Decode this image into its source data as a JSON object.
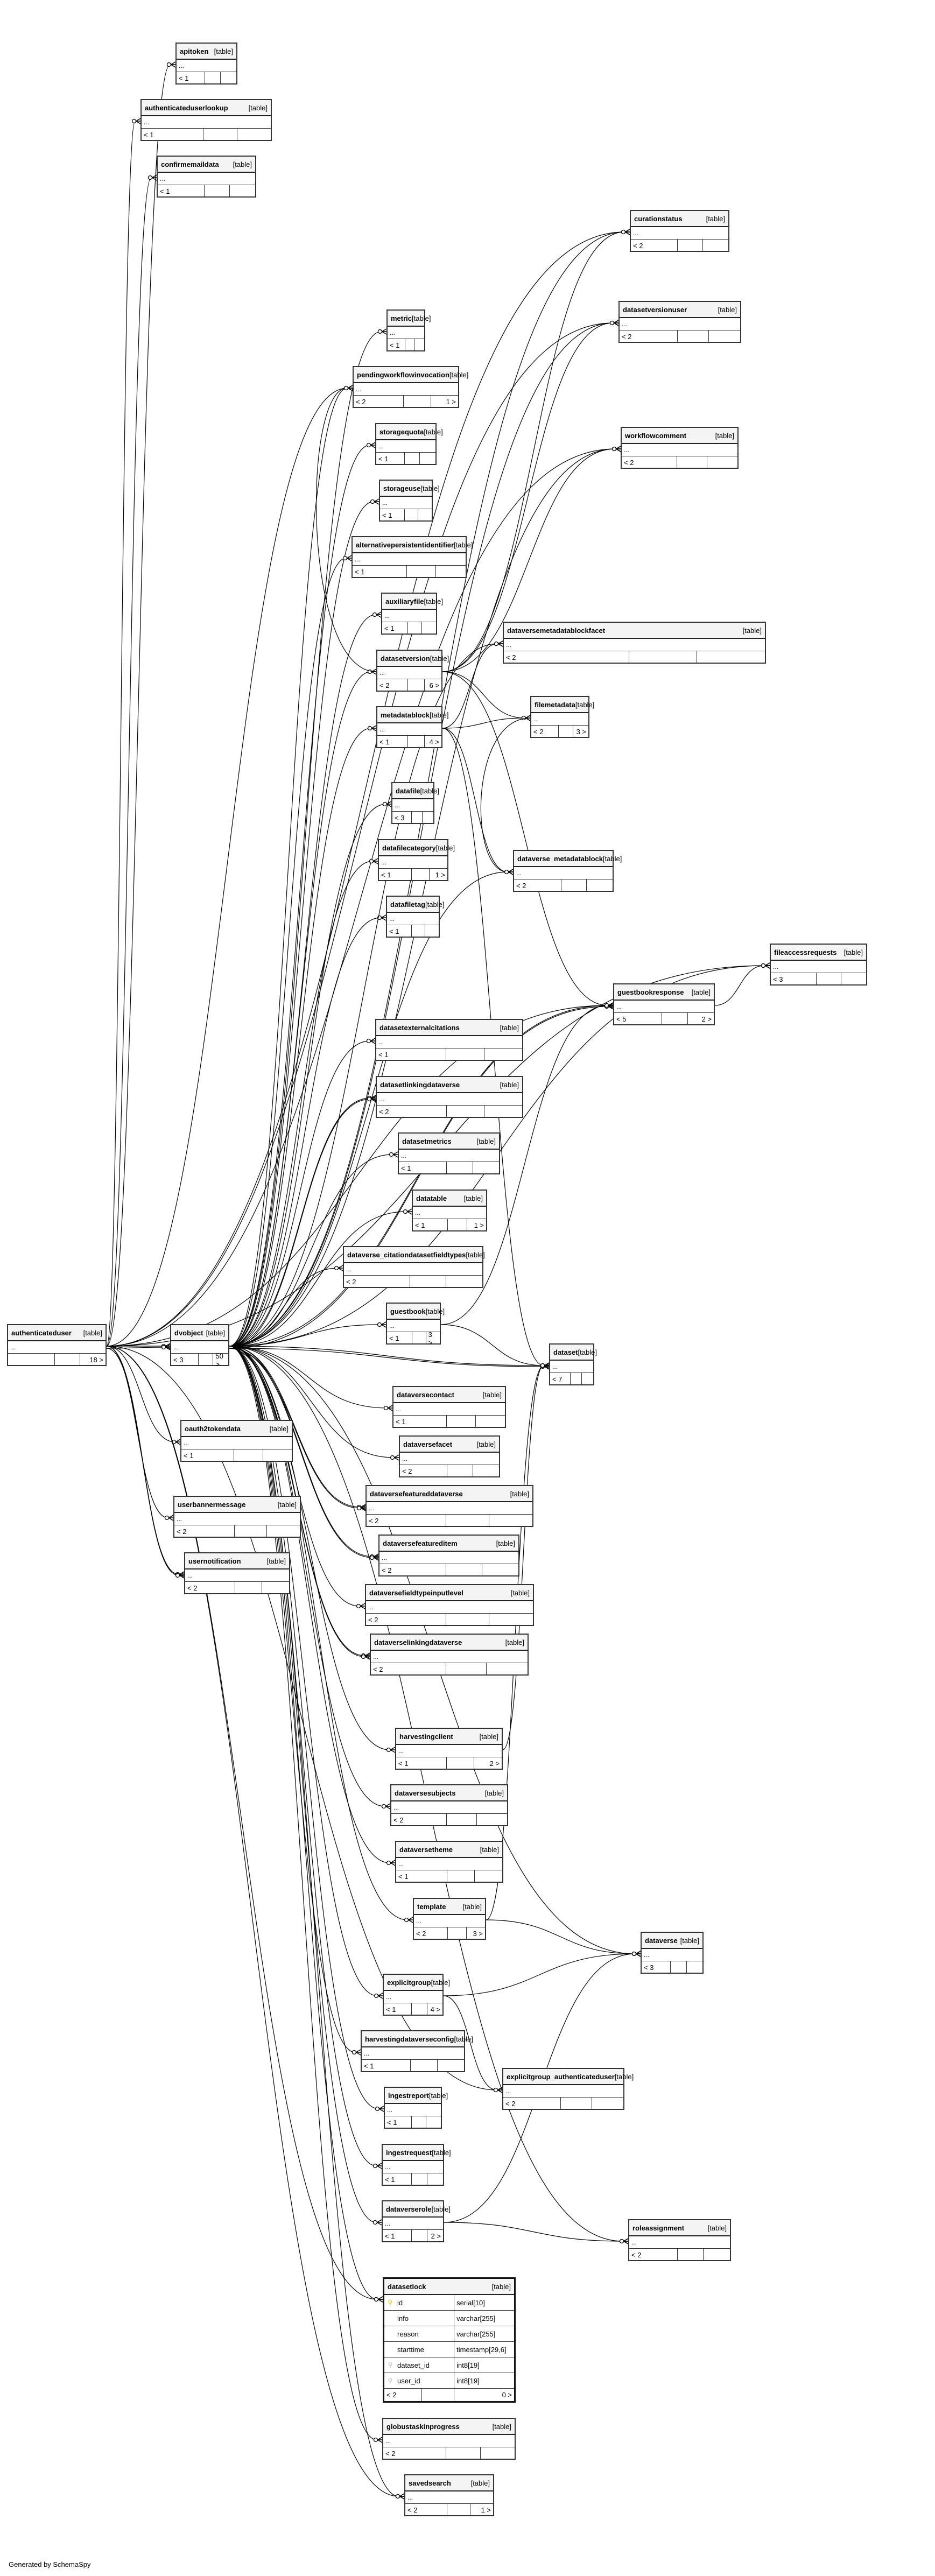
{
  "diagram": {
    "title": "SchemaSpy relationships diagram",
    "footer": "Generated by SchemaSpy",
    "focus_table": "datasetlock",
    "kind_label": "[table]",
    "ellipsis": "..."
  },
  "tables": [
    {
      "name": "apitoken",
      "parents": "< 1",
      "children": ""
    },
    {
      "name": "authenticateduserlookup",
      "parents": "< 1",
      "children": ""
    },
    {
      "name": "confirmemaildata",
      "parents": "< 1",
      "children": ""
    },
    {
      "name": "curationstatus",
      "parents": "< 2",
      "children": ""
    },
    {
      "name": "metric",
      "parents": "< 1",
      "children": ""
    },
    {
      "name": "pendingworkflowinvocation",
      "parents": "< 2",
      "children": "1 >"
    },
    {
      "name": "storagequota",
      "parents": "< 1",
      "children": ""
    },
    {
      "name": "storageuse",
      "parents": "< 1",
      "children": ""
    },
    {
      "name": "datasetversionuser",
      "parents": "< 2",
      "children": ""
    },
    {
      "name": "workflowcomment",
      "parents": "< 2",
      "children": ""
    },
    {
      "name": "alternativepersistentidentifier",
      "parents": "< 1",
      "children": ""
    },
    {
      "name": "auxiliaryfile",
      "parents": "< 1",
      "children": ""
    },
    {
      "name": "datasetversion",
      "parents": "< 2",
      "children": "6 >"
    },
    {
      "name": "metadatablock",
      "parents": "< 1",
      "children": "4 >"
    },
    {
      "name": "dataversemetadatablockfacet",
      "parents": "< 2",
      "children": ""
    },
    {
      "name": "filemetadata",
      "parents": "< 2",
      "children": "3 >"
    },
    {
      "name": "datafile",
      "parents": "< 3",
      "children": ""
    },
    {
      "name": "datafilecategory",
      "parents": "< 1",
      "children": "1 >"
    },
    {
      "name": "datafiletag",
      "parents": "< 1",
      "children": ""
    },
    {
      "name": "dataverse_metadatablock",
      "parents": "< 2",
      "children": ""
    },
    {
      "name": "fileaccessrequests",
      "parents": "< 3",
      "children": ""
    },
    {
      "name": "guestbookresponse",
      "parents": "< 5",
      "children": "2 >"
    },
    {
      "name": "datasetexternalcitations",
      "parents": "< 1",
      "children": ""
    },
    {
      "name": "datasetlinkingdataverse",
      "parents": "< 2",
      "children": ""
    },
    {
      "name": "datasetmetrics",
      "parents": "< 1",
      "children": ""
    },
    {
      "name": "datatable",
      "parents": "< 1",
      "children": "1 >"
    },
    {
      "name": "dataverse_citationdatasetfieldtypes",
      "parents": "< 2",
      "children": ""
    },
    {
      "name": "authenticateduser",
      "parents": "",
      "children": "18 >"
    },
    {
      "name": "dvobject",
      "parents": "< 3",
      "children": "50 >"
    },
    {
      "name": "guestbook",
      "parents": "< 1",
      "children": "3 >"
    },
    {
      "name": "dataset",
      "parents": "< 7",
      "children": ""
    },
    {
      "name": "oauth2tokendata",
      "parents": "< 1",
      "children": ""
    },
    {
      "name": "userbannermessage",
      "parents": "< 2",
      "children": ""
    },
    {
      "name": "usernotification",
      "parents": "< 2",
      "children": ""
    },
    {
      "name": "dataversecontact",
      "parents": "< 1",
      "children": ""
    },
    {
      "name": "dataversefacet",
      "parents": "< 2",
      "children": ""
    },
    {
      "name": "dataversefeatureddataverse",
      "parents": "< 2",
      "children": ""
    },
    {
      "name": "dataversefeatureditem",
      "parents": "< 2",
      "children": ""
    },
    {
      "name": "dataversefieldtypeinputlevel",
      "parents": "< 2",
      "children": ""
    },
    {
      "name": "dataverselinkingdataverse",
      "parents": "< 2",
      "children": ""
    },
    {
      "name": "harvestingclient",
      "parents": "< 1",
      "children": "2 >"
    },
    {
      "name": "dataversesubjects",
      "parents": "< 2",
      "children": ""
    },
    {
      "name": "dataversetheme",
      "parents": "< 1",
      "children": ""
    },
    {
      "name": "template",
      "parents": "< 2",
      "children": "3 >"
    },
    {
      "name": "dataverse",
      "parents": "< 3",
      "children": ""
    },
    {
      "name": "explicitgroup",
      "parents": "< 1",
      "children": "4 >"
    },
    {
      "name": "harvestingdataverseconfig",
      "parents": "< 1",
      "children": ""
    },
    {
      "name": "ingestreport",
      "parents": "< 1",
      "children": ""
    },
    {
      "name": "ingestrequest",
      "parents": "< 1",
      "children": ""
    },
    {
      "name": "explicitgroup_authenticateduser",
      "parents": "< 2",
      "children": ""
    },
    {
      "name": "dataverserole",
      "parents": "< 1",
      "children": "2 >"
    },
    {
      "name": "roleassignment",
      "parents": "< 2",
      "children": ""
    },
    {
      "name": "globustaskinprogress",
      "parents": "< 2",
      "children": ""
    },
    {
      "name": "savedsearch",
      "parents": "< 2",
      "children": "1 >"
    }
  ],
  "datasetlock": {
    "name": "datasetlock",
    "kind": "[table]",
    "columns": [
      {
        "name": "id",
        "type": "serial[10]",
        "key": "pk"
      },
      {
        "name": "info",
        "type": "varchar[255]",
        "key": "none"
      },
      {
        "name": "reason",
        "type": "varchar[255]",
        "key": "none"
      },
      {
        "name": "starttime",
        "type": "timestamp[29,6]",
        "key": "none"
      },
      {
        "name": "dataset_id",
        "type": "int8[19]",
        "key": "fk"
      },
      {
        "name": "user_id",
        "type": "int8[19]",
        "key": "fk"
      }
    ],
    "parents": "< 2",
    "children": "0 >"
  },
  "relationships": [
    [
      "authenticateduser",
      "apitoken"
    ],
    [
      "authenticateduser",
      "authenticateduserlookup"
    ],
    [
      "authenticateduser",
      "confirmemaildata"
    ],
    [
      "authenticateduser",
      "curationstatus"
    ],
    [
      "authenticateduser",
      "datasetversionuser"
    ],
    [
      "authenticateduser",
      "workflowcomment"
    ],
    [
      "authenticateduser",
      "fileaccessrequests"
    ],
    [
      "authenticateduser",
      "guestbookresponse"
    ],
    [
      "authenticateduser",
      "dvobject"
    ],
    [
      "authenticateduser",
      "dvobject"
    ],
    [
      "authenticateduser",
      "oauth2tokendata"
    ],
    [
      "authenticateduser",
      "userbannermessage"
    ],
    [
      "authenticateduser",
      "usernotification"
    ],
    [
      "authenticateduser",
      "usernotification"
    ],
    [
      "authenticateduser",
      "explicitgroup_authenticateduser"
    ],
    [
      "authenticateduser",
      "datasetlock"
    ],
    [
      "authenticateduser",
      "savedsearch"
    ],
    [
      "authenticateduser",
      "pendingworkflowinvocation"
    ],
    [
      "dvobject",
      "curationstatus"
    ],
    [
      "dvobject",
      "metric"
    ],
    [
      "dvobject",
      "pendingworkflowinvocation"
    ],
    [
      "dvobject",
      "storagequota"
    ],
    [
      "dvobject",
      "storageuse"
    ],
    [
      "dvobject",
      "alternativepersistentidentifier"
    ],
    [
      "dvobject",
      "auxiliaryfile"
    ],
    [
      "dvobject",
      "datasetversion"
    ],
    [
      "dvobject",
      "metadatablock"
    ],
    [
      "dvobject",
      "datafile"
    ],
    [
      "dvobject",
      "datafilecategory"
    ],
    [
      "dvobject",
      "datafiletag"
    ],
    [
      "dvobject",
      "dataversemetadatablockfacet"
    ],
    [
      "dvobject",
      "dataverse_metadatablock"
    ],
    [
      "dvobject",
      "fileaccessrequests"
    ],
    [
      "dvobject",
      "guestbookresponse"
    ],
    [
      "dvobject",
      "guestbookresponse"
    ],
    [
      "dvobject",
      "datasetexternalcitations"
    ],
    [
      "dvobject",
      "datasetlinkingdataverse"
    ],
    [
      "dvobject",
      "datasetlinkingdataverse"
    ],
    [
      "dvobject",
      "datasetmetrics"
    ],
    [
      "dvobject",
      "datatable"
    ],
    [
      "dvobject",
      "dataverse_citationdatasetfieldtypes"
    ],
    [
      "dvobject",
      "guestbook"
    ],
    [
      "dvobject",
      "dataset"
    ],
    [
      "dvobject",
      "dataset"
    ],
    [
      "dvobject",
      "dataversecontact"
    ],
    [
      "dvobject",
      "dataversefacet"
    ],
    [
      "dvobject",
      "dataversefeatureddataverse"
    ],
    [
      "dvobject",
      "dataversefeatureddataverse"
    ],
    [
      "dvobject",
      "dataversefeatureditem"
    ],
    [
      "dvobject",
      "dataversefeatureditem"
    ],
    [
      "dvobject",
      "dataversefieldtypeinputlevel"
    ],
    [
      "dvobject",
      "dataverselinkingdataverse"
    ],
    [
      "dvobject",
      "dataverselinkingdataverse"
    ],
    [
      "dvobject",
      "harvestingclient"
    ],
    [
      "dvobject",
      "dataversesubjects"
    ],
    [
      "dvobject",
      "dataversetheme"
    ],
    [
      "dvobject",
      "template"
    ],
    [
      "dvobject",
      "dataverse"
    ],
    [
      "dvobject",
      "explicitgroup"
    ],
    [
      "dvobject",
      "harvestingdataverseconfig"
    ],
    [
      "dvobject",
      "ingestreport"
    ],
    [
      "dvobject",
      "ingestrequest"
    ],
    [
      "dvobject",
      "dataverserole"
    ],
    [
      "dvobject",
      "roleassignment"
    ],
    [
      "dvobject",
      "datasetlock"
    ],
    [
      "dvobject",
      "globustaskinprogress"
    ],
    [
      "dvobject",
      "savedsearch"
    ],
    [
      "dvobject",
      "datasetversionuser"
    ],
    [
      "dvobject",
      "workflowcomment"
    ],
    [
      "datasetversion",
      "datasetversionuser"
    ],
    [
      "datasetversion",
      "workflowcomment"
    ],
    [
      "datasetversion",
      "curationstatus"
    ],
    [
      "datasetversion",
      "filemetadata"
    ],
    [
      "datasetversion",
      "guestbookresponse"
    ],
    [
      "datasetversion",
      "pendingworkflowinvocation"
    ],
    [
      "metadatablock",
      "dataversemetadatablockfacet"
    ],
    [
      "metadatablock",
      "dataverse_metadatablock"
    ],
    [
      "metadatablock",
      "filemetadata"
    ],
    [
      "metadatablock",
      "dataset"
    ],
    [
      "filemetadata",
      "dataverse_metadatablock"
    ],
    [
      "guestbookresponse",
      "fileaccessrequests"
    ],
    [
      "guestbook",
      "dataset"
    ],
    [
      "guestbook",
      "guestbookresponse"
    ],
    [
      "harvestingclient",
      "dataset"
    ],
    [
      "template",
      "dataset"
    ],
    [
      "template",
      "dataverse"
    ],
    [
      "explicitgroup",
      "explicitgroup_authenticateduser"
    ],
    [
      "explicitgroup",
      "dataverse"
    ],
    [
      "dataverserole",
      "roleassignment"
    ],
    [
      "dataverserole",
      "dataverse"
    ]
  ]
}
